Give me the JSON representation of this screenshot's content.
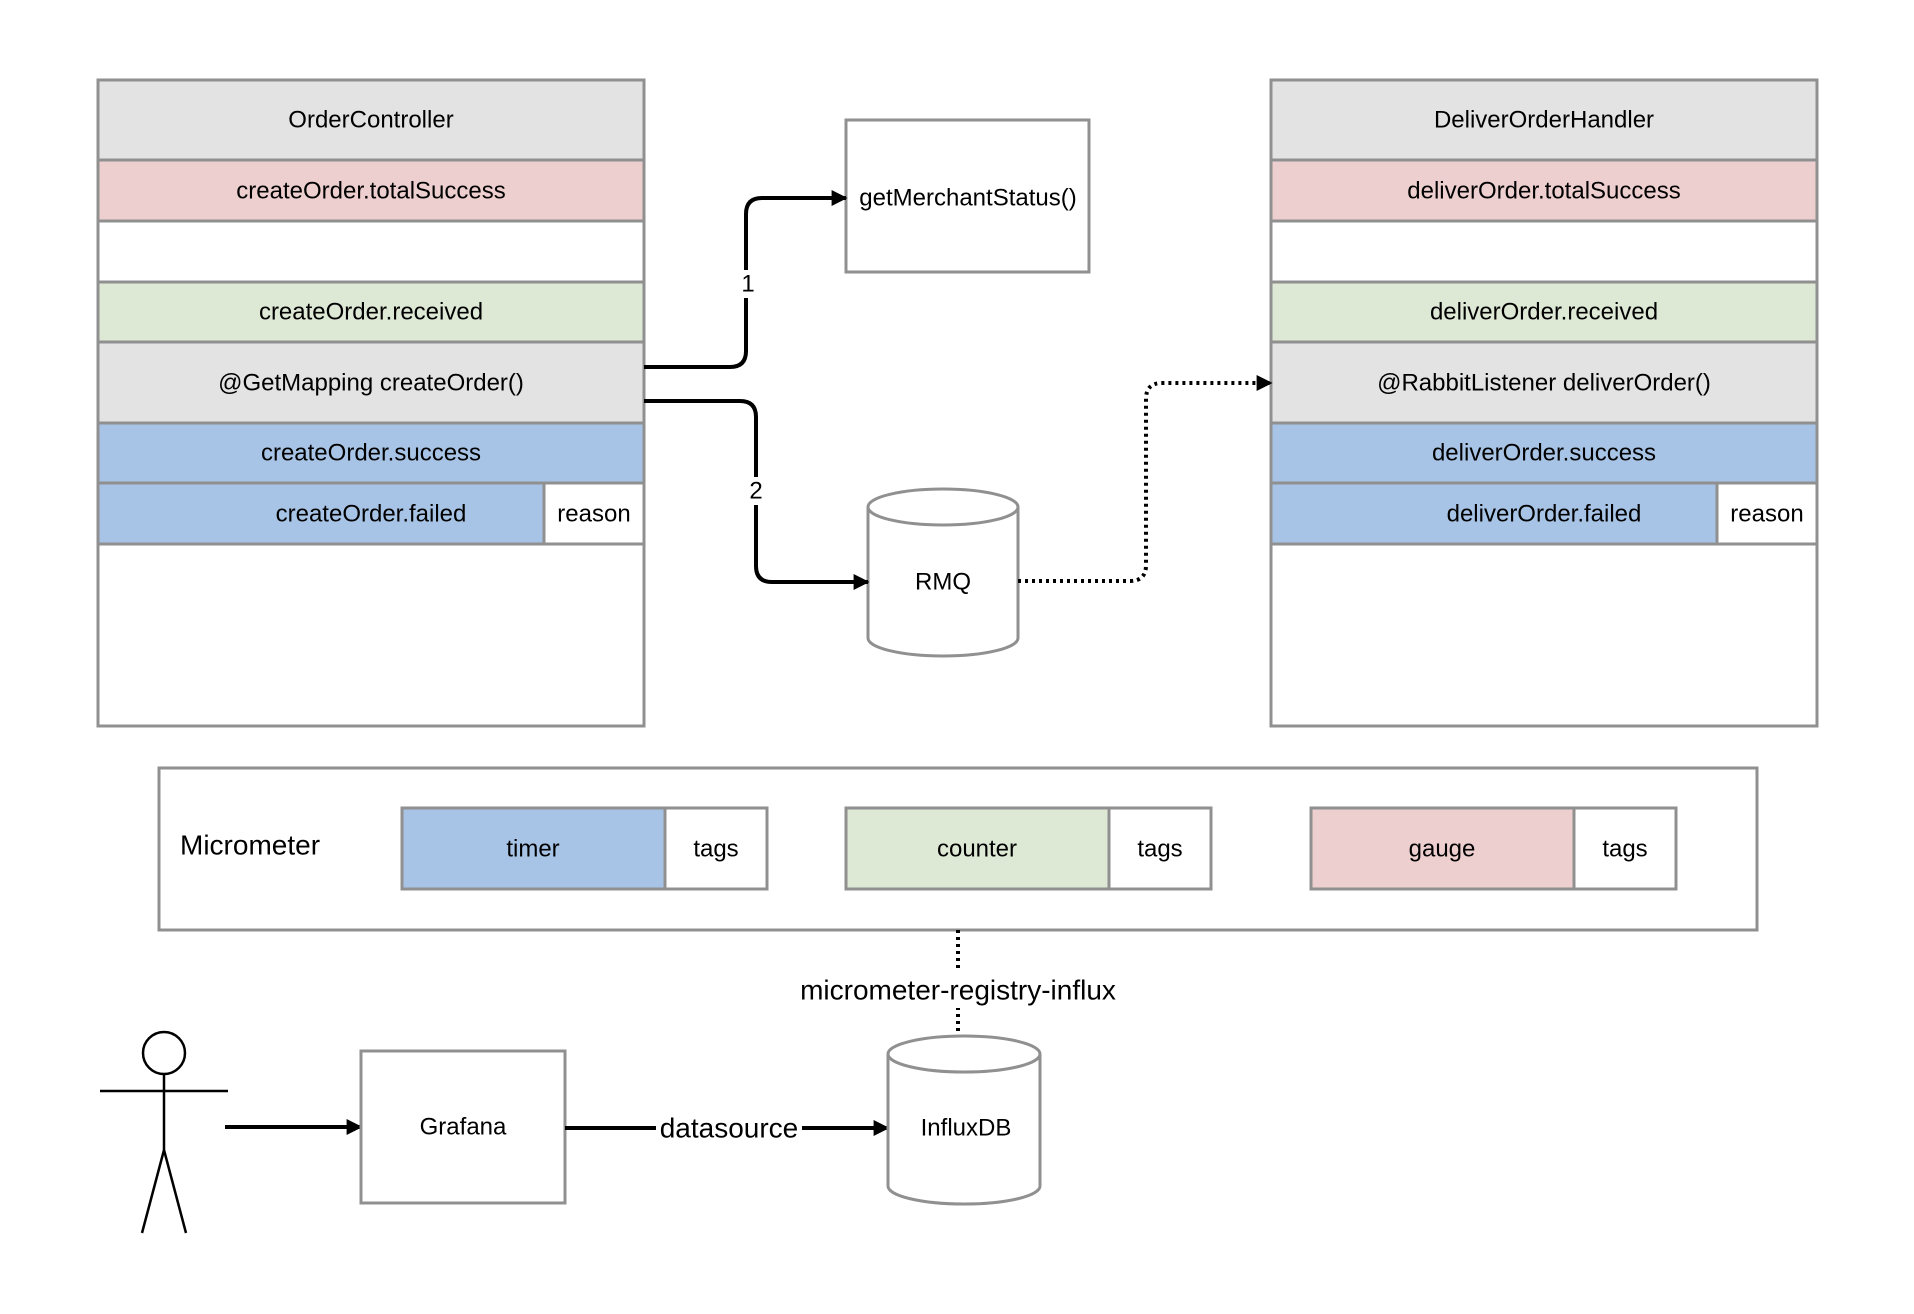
{
  "colors": {
    "header_gray": "#e3e3e3",
    "pink": "#eecfcf",
    "green": "#dde8d5",
    "blue": "#a7c4e6",
    "border": "#909090",
    "white": "#ffffff"
  },
  "order_controller": {
    "title": "OrderController",
    "total_success": "createOrder.totalSuccess",
    "received": "createOrder.received",
    "method": "@GetMapping createOrder()",
    "success": "createOrder.success",
    "failed": "createOrder.failed",
    "reason": "reason"
  },
  "deliver_handler": {
    "title": "DeliverOrderHandler",
    "total_success": "deliverOrder.totalSuccess",
    "received": "deliverOrder.received",
    "method": "@RabbitListener deliverOrder()",
    "success": "deliverOrder.success",
    "failed": "deliverOrder.failed",
    "reason": "reason"
  },
  "merchant": {
    "label": "getMerchantStatus()"
  },
  "rmq": {
    "label": "RMQ"
  },
  "edges": {
    "step1": "1",
    "step2": "2",
    "registry": "micrometer-registry-influx",
    "datasource": "datasource"
  },
  "micrometer": {
    "title": "Micrometer",
    "timer": "timer",
    "counter": "counter",
    "gauge": "gauge",
    "tags": "tags"
  },
  "grafana": {
    "label": "Grafana"
  },
  "influxdb": {
    "label": "InfluxDB"
  },
  "icons": {
    "user": "stick-figure-icon"
  }
}
